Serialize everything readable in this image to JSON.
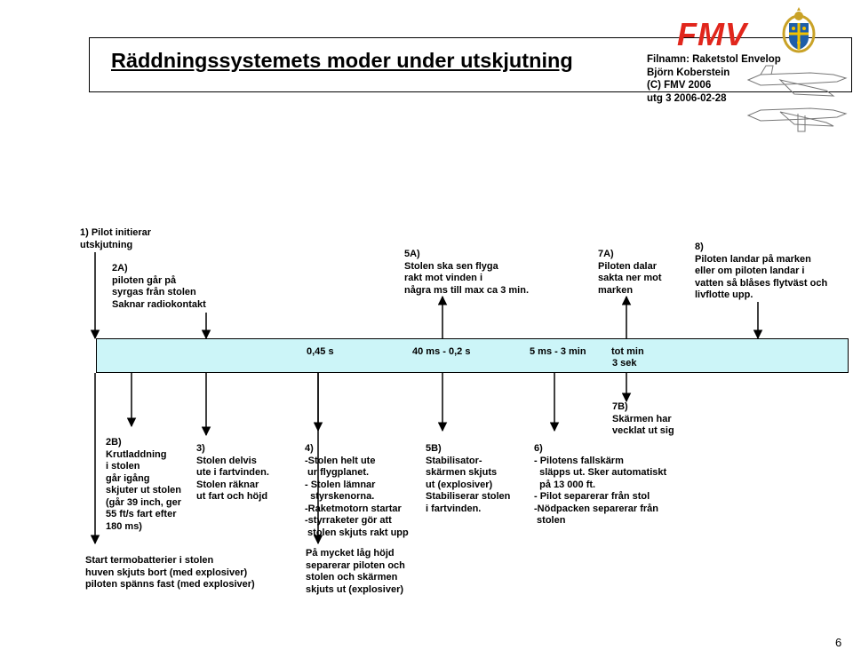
{
  "header": {
    "title": "Räddningssystemets moder under utskjutning",
    "file_info": [
      "Filnamn: Raketstol Envelop",
      "Björn Koberstein",
      "(C) FMV 2006",
      "utg 3 2006-02-28"
    ],
    "logo_text": "FMV",
    "logo_color": "#e1261c"
  },
  "timeline": {
    "color": "#ccf5f8",
    "label_045": "0,45 s",
    "label_40ms": "40 ms - 0,2 s",
    "label_5ms": "5 ms - 3 min",
    "label_tot1": "tot min",
    "label_tot2": "3 sek"
  },
  "top": {
    "step1": "1) Pilot initierar\nutskjutning",
    "step2a": "2A)\npiloten går på\nsyrgas från stolen\nSaknar radiokontakt",
    "step5a": "5A)\nStolen ska sen flyga\nrakt mot vinden i\nnågra ms till max ca 3 min.",
    "step7a": "7A)\nPiloten dalar\nsakta ner mot\nmarken",
    "step8": "8)\nPiloten landar på marken\neller om piloten landar i\nvatten så blåses flytväst och\nlivflotte upp."
  },
  "bottom": {
    "step2b": "2B)\nKrutladdning\ni stolen\ngår igång\nskjuter ut stolen\n(går 39 inch, ger\n55 ft/s fart efter\n180 ms)",
    "step3": "3)\nStolen delvis\nute i fartvinden.\nStolen räknar\nut fart och höjd",
    "step4": "4)\n-Stolen helt ute\n ur flygplanet.\n- Stolen lämnar\n  styrskenorna.\n-Raketmotorn startar\n-styrraketer gör att\n stolen skjuts rakt upp",
    "step5b": "5B)\nStabilisator-\nskärmen skjuts\nut (explosiver)\nStabiliserar stolen\ni fartvinden.",
    "step7b": "7B)\nSkärmen har\nvecklat ut sig",
    "step6": "6)\n- Pilotens fallskärm\n  släpps ut. Sker automatiskt\n  på 13 000 ft.\n- Pilot separerar från stol\n-Nödpacken separerar från\n stolen",
    "start": "Start termobatterier i stolen\nhuven skjuts bort (med explosiver)\npiloten spänns fast (med explosiver)",
    "low_alt": "På mycket låg höjd\nseparerar piloten och\nstolen och skärmen\nskjuts ut (explosiver)"
  },
  "page_number": "6"
}
